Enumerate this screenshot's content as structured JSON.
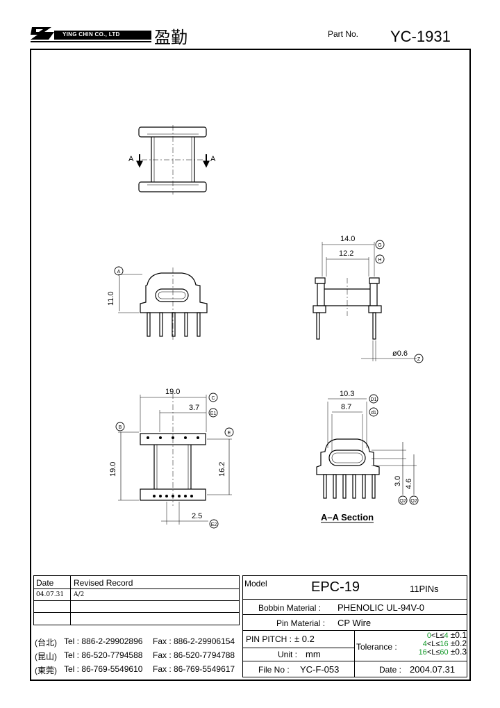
{
  "header": {
    "logo_text": "YING CHIN CO., LTD",
    "company_chinese": "盈勤",
    "part_no_label": "Part No.",
    "part_no_value": "YC-1931"
  },
  "drawing": {
    "section_marker": "A",
    "section_caption": "A–A Section",
    "dims": {
      "g": "14.0",
      "h": "12.2",
      "z": "ø0.6",
      "a": "11.0",
      "c": "19.0",
      "e1": "3.7",
      "b": "19.0",
      "e": "16.2",
      "e2": "2.5",
      "d1": "10.3",
      "d1b": "8.7",
      "q2": "3.0",
      "q2b": "4.6"
    },
    "callouts": {
      "g": "G",
      "h": "H",
      "z": "Z",
      "a": "A",
      "c": "C",
      "e1": "E1",
      "b": "B",
      "e": "E",
      "e2": "E2",
      "D1": "D1",
      "d1": "d1",
      "q2": "Q2",
      "Q2": "Q2"
    }
  },
  "revisions": {
    "header_date": "Date",
    "header_record": "Revised Record",
    "rows": [
      {
        "date": "04.07.31",
        "record": "A/2"
      },
      {
        "date": "",
        "record": ""
      },
      {
        "date": "",
        "record": ""
      }
    ]
  },
  "contacts": [
    {
      "place": "(台北)",
      "tel": "Tel : 886-2-29902896",
      "fax": "Fax : 886-2-29906154"
    },
    {
      "place": "(昆山)",
      "tel": "Tel : 86-520-7794588",
      "fax": "Fax : 86-520-7794788"
    },
    {
      "place": "(東莞)",
      "tel": "Tel : 86-769-5549610",
      "fax": "Fax : 86-769-5549617"
    }
  ],
  "spec": {
    "model_label": "Model",
    "model_value": "EPC-19",
    "pins": "11PINs",
    "bobbin_label": "Bobbin  Material :",
    "bobbin_value": "PHENOLIC UL-94V-0",
    "pin_label": "Pin  Material :",
    "pin_value": "CP Wire",
    "pitch_label": "PIN  PITCH :",
    "pitch_value": "± 0.2",
    "unit_label": "Unit :",
    "unit_value": "mm",
    "tolerance_label": "Tolerance :",
    "tolerance_rows": [
      {
        "range_lo": "0",
        "range_hi": "4",
        "value": "±0.1"
      },
      {
        "range_lo": "4",
        "range_hi": "16",
        "value": "±0.2"
      },
      {
        "range_lo": "16",
        "range_hi": "60",
        "value": "±0.3"
      }
    ],
    "file_label": "File  No :",
    "file_value": "YC-F-053",
    "date_label": "Date :",
    "date_value": "2004.07.31"
  }
}
